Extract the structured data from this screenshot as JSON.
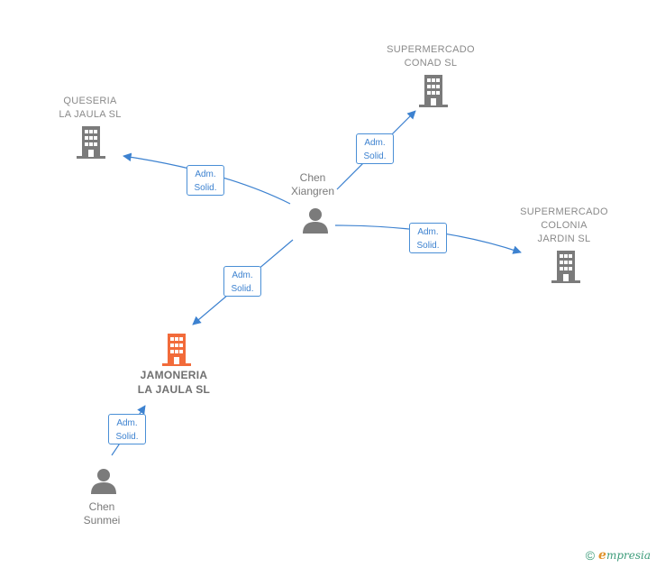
{
  "companies": [
    {
      "id": "queseria",
      "name": "QUESERIA\nLA JAULA  SL",
      "highlight": false
    },
    {
      "id": "conad",
      "name": "SUPERMERCADO\nCONAD  SL",
      "highlight": false
    },
    {
      "id": "colonia",
      "name": "SUPERMERCADO\nCOLONIA\nJARDIN  SL",
      "highlight": false
    },
    {
      "id": "jamoneria",
      "name": "JAMONERIA\nLA JAULA  SL",
      "highlight": true
    }
  ],
  "people": [
    {
      "id": "xiangren",
      "name": "Chen\nXiangren"
    },
    {
      "id": "sunmei",
      "name": "Chen\nSunmei"
    }
  ],
  "edges": [
    {
      "from": "xiangren",
      "to": "queseria",
      "label_line1": "Adm.",
      "label_line2": "Solid."
    },
    {
      "from": "xiangren",
      "to": "conad",
      "label_line1": "Adm.",
      "label_line2": "Solid."
    },
    {
      "from": "xiangren",
      "to": "colonia",
      "label_line1": "Adm.",
      "label_line2": "Solid."
    },
    {
      "from": "xiangren",
      "to": "jamoneria",
      "label_line1": "Adm.",
      "label_line2": "Solid."
    },
    {
      "from": "sunmei",
      "to": "jamoneria",
      "label_line1": "Adm.",
      "label_line2": "Solid."
    }
  ],
  "colors": {
    "edge": "#3d82d0",
    "building": "#7b7b7b",
    "building_highlight": "#f26b3a",
    "person": "#7b7b7b"
  },
  "footer": {
    "copyright": "©",
    "brand_initial": "e",
    "brand_rest": "mpresia"
  }
}
